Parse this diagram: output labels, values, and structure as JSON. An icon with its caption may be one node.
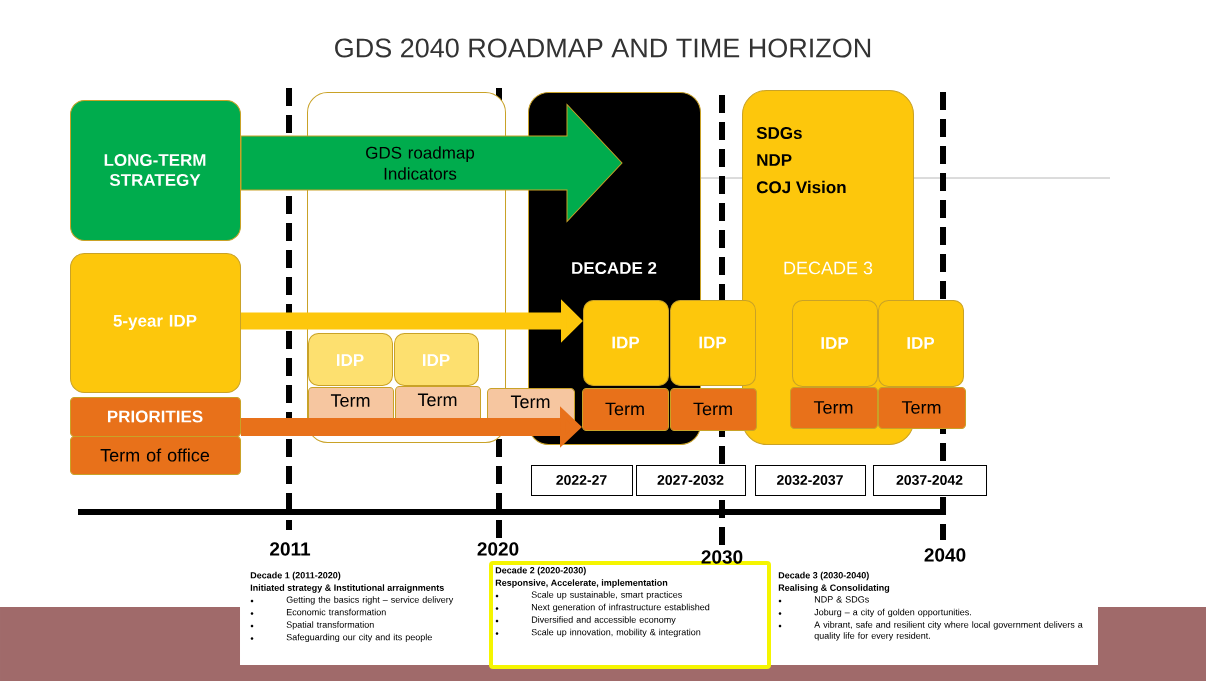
{
  "diagram": {
    "title": "GDS 2040 ROADMAP AND TIME HORIZON",
    "nodes": [
      {
        "text": [
          "LONG-TERM STRATEGY"
        ]
      },
      {
        "text": [
          "5-year IDP"
        ]
      },
      {
        "text": [
          "PRIORITIES"
        ]
      },
      {
        "text": [
          "Term of office"
        ]
      },
      {
        "text": [],
        "shape": "box"
      },
      {
        "text": [
          "IDP"
        ],
        "in": 4
      },
      {
        "text": [
          "IDP"
        ],
        "in": 4
      },
      {
        "text": [
          "Term"
        ],
        "in": 4
      },
      {
        "text": [
          "Term"
        ],
        "in": 4
      },
      {
        "text": [
          "Term"
        ]
      },
      {
        "text": [
          "DECADE 2"
        ]
      },
      {
        "text": [
          "IDP"
        ],
        "in": 10
      },
      {
        "text": [
          "IDP"
        ]
      },
      {
        "text": [
          "Term"
        ],
        "in": 10
      },
      {
        "text": [
          "Term"
        ]
      },
      {
        "text": [
          "SDGs",
          "NDP",
          "COJ Vision",
          "DECADE 3"
        ]
      },
      {
        "text": [
          "IDP"
        ],
        "in": 15
      },
      {
        "text": [
          "IDP"
        ]
      },
      {
        "text": [
          "Term"
        ],
        "in": 15
      },
      {
        "text": [
          "Term"
        ]
      },
      {
        "text": [
          "2022-27"
        ]
      },
      {
        "text": [
          "2027-2032"
        ]
      },
      {
        "text": [
          "2032-2037"
        ]
      },
      {
        "text": [
          "2037-2042"
        ]
      },
      {
        "text": [
          "Decade 1 (2011-2020)",
          "Initiated strategy & Institutional arraignments",
          "Getting the basics right – service delivery",
          "Economic transformation",
          "Spatial transformation",
          "Safeguarding our city and its people"
        ]
      },
      {
        "text": [
          "Decade 2 (2020-2030)",
          "Responsive, Accelerate, implementation",
          "Scale up sustainable, smart practices",
          "Next generation of infrastructure established",
          "Diversified and accessible economy",
          "Scale up innovation, mobility & integration"
        ]
      },
      {
        "text": [
          "Decade 3 (2030-2040)",
          "Realising & Consolidating",
          "NDP & SDGs",
          "Joburg – a city of golden opportunities.",
          "A vibrant, safe and resilient city where local government delivers a quality life for every resident."
        ]
      }
    ],
    "edges": [
      {
        "from": 0,
        "to": null,
        "arrow": "to",
        "label": "GDS roadmap Indicators",
        "style": "thick",
        "color": "#00ac4d"
      },
      {
        "from": 1,
        "to": 11,
        "arrow": "to",
        "color": "#fdc70c"
      },
      {
        "from": 2,
        "to": 13,
        "arrow": "to",
        "color": "#e8711a"
      }
    ],
    "labels": [
      "2011",
      "2020",
      "2030",
      "2040"
    ]
  }
}
